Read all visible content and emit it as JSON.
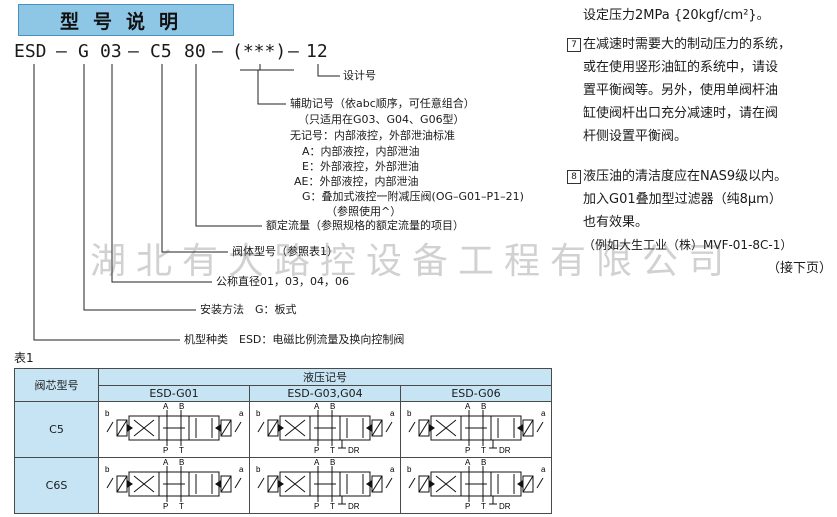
{
  "title": "型号说明",
  "model_code": {
    "parts": [
      "ESD",
      "–",
      "G",
      "03",
      "–",
      "C5",
      "80",
      "–",
      "(***)",
      "–",
      "12"
    ]
  },
  "labels": {
    "design_no": "设计号",
    "aux_title": "辅助记号（依abc顺序，可任意组合）",
    "aux_scope": "（只适用在G03、G04、G06型）",
    "aux_none": "无记号：内部液控，外部泄油标准",
    "aux_a": "A：内部液控，内部泄油",
    "aux_e": "E：外部液控，外部泄油",
    "aux_ae": "AE：外部液控，内部泄油",
    "aux_g": "G：叠加式液控一附减压阀(OG–G01–P1–21)",
    "aux_g_ref": "（参照使用^）",
    "rated_flow": "额定流量（参照规格的额定流量的项目）",
    "spool_type": "阀体型号（参照表1）",
    "nominal_size": "公称直径01，03，04，06",
    "mounting": "安装方法　G：板式",
    "model_type": "机型种类　ESD：电磁比例流量及换向控制阀"
  },
  "right_text": {
    "line_top": "设定压力2MPa {20kgf/cm²}。",
    "note7_num": "7",
    "note7_lines": [
      "在减速时需要大的制动压力的系统，",
      "或在使用竖形油缸的系统中，请设",
      "置平衡阀等。另外，使用单阀杆油",
      "缸使阀杆出口充分减速时，请在阀",
      "杆侧设置平衡阀。"
    ],
    "note8_num": "8",
    "note8_lines": [
      "液压油的清洁度应在NAS9级以内。",
      "加入G01叠加型过滤器（纯8μm）",
      "也有效果。",
      "（例如大生工业（株）MVF-01-8C-1）",
      "（接下页）"
    ]
  },
  "watermark": "湖北有大路控设备工程有限公司",
  "table": {
    "caption": "表1",
    "corner_header": "阀芯型号",
    "group_header": "液压记号",
    "columns": [
      "ESD-G01",
      "ESD-G03,G04",
      "ESD-G06"
    ],
    "rows": [
      "C5",
      "C6S"
    ],
    "symbol_letters": {
      "a": "a",
      "b": "b",
      "A": "A",
      "B": "B",
      "P": "P",
      "T": "T",
      "DR": "DR"
    }
  }
}
